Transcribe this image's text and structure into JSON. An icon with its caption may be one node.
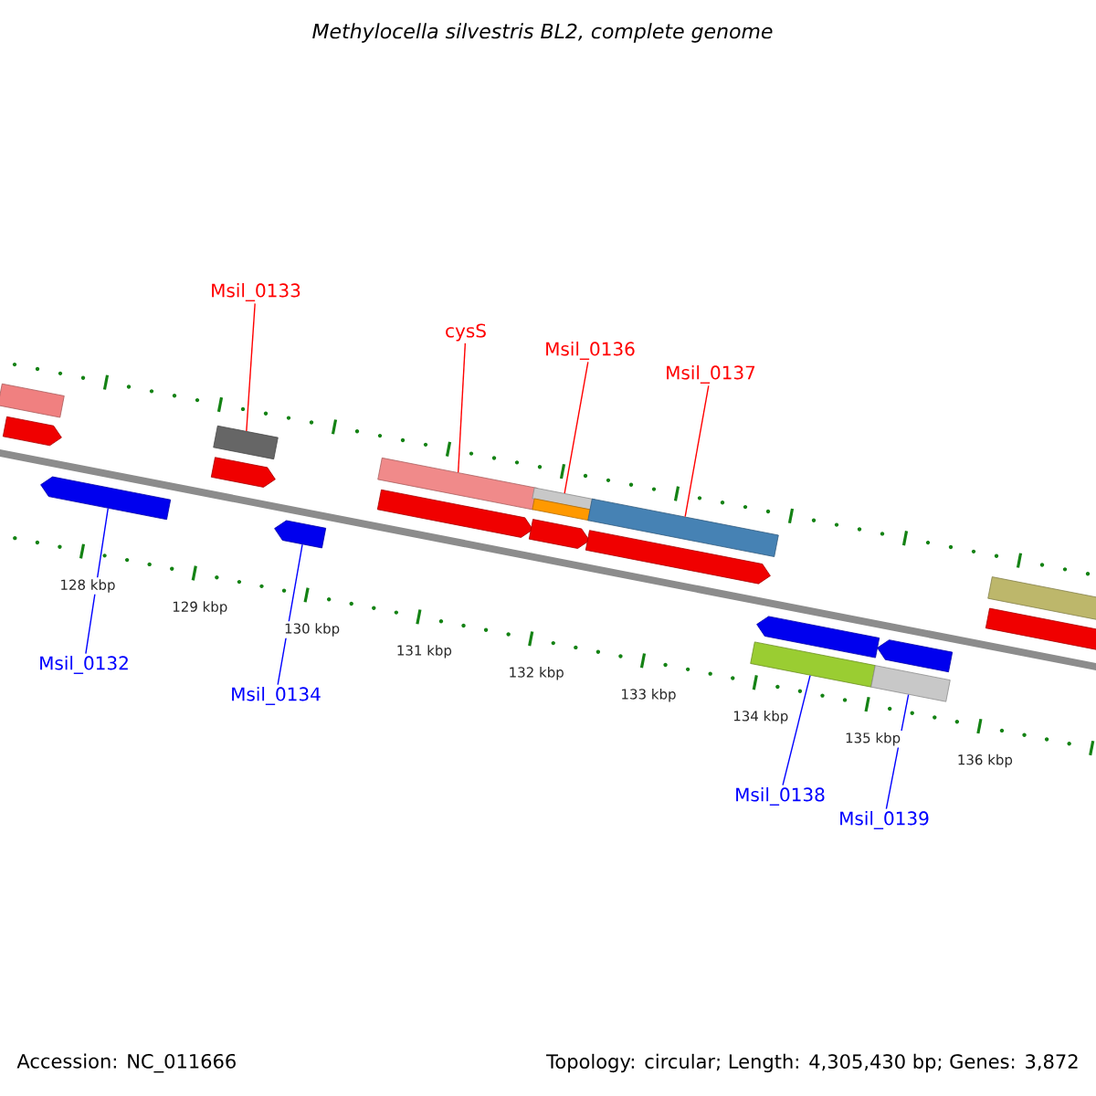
{
  "diagram": {
    "title": "Methylocella silvestris BL2, complete genome",
    "nodes": [
      {
        "text": [
          "Msil_0133"
        ]
      },
      {
        "text": [
          "cysS"
        ]
      },
      {
        "text": [
          "Msil_0136"
        ]
      },
      {
        "text": [
          "Msil_0137"
        ]
      },
      {
        "text": [
          "Msil_0132"
        ]
      },
      {
        "text": [
          "Msil_0134"
        ]
      },
      {
        "text": [
          "Msil_0138"
        ]
      },
      {
        "text": [
          "Msil_0139"
        ]
      },
      {
        "text": [],
        "shape": "box"
      },
      {
        "text": [],
        "shape": "arrow"
      },
      {
        "text": [],
        "shape": "arrow"
      },
      {
        "text": [],
        "shape": "arrow"
      },
      {
        "text": [],
        "shape": "box"
      },
      {
        "text": [],
        "shape": "arrow"
      },
      {
        "text": [],
        "shape": "arrow"
      },
      {
        "text": [],
        "shape": "box"
      },
      {
        "text": [],
        "shape": "arrow"
      },
      {
        "text": [],
        "shape": "box"
      },
      {
        "text": [],
        "shape": "box"
      },
      {
        "text": [],
        "shape": "arrow"
      },
      {
        "text": [],
        "shape": "box"
      },
      {
        "text": [],
        "shape": "box"
      },
      {
        "text": [],
        "shape": "arrow"
      },
      {
        "text": [],
        "shape": "box"
      },
      {
        "text": [],
        "shape": "arrow"
      },
      {
        "text": [],
        "shape": "arrow"
      },
      {
        "text": [],
        "shape": "box"
      }
    ],
    "edges": [
      {
        "from": 0,
        "to": 12,
        "arrow": "none",
        "color": "#ff0000"
      },
      {
        "from": 1,
        "to": 15,
        "arrow": "none",
        "color": "#ff0000"
      },
      {
        "from": 2,
        "to": 17,
        "arrow": "none",
        "color": "#ff0000"
      },
      {
        "from": 3,
        "to": 20,
        "arrow": "none",
        "color": "#ff0000"
      },
      {
        "from": 4,
        "to": 10,
        "arrow": "none",
        "color": "#0000ff"
      },
      {
        "from": 5,
        "to": 13,
        "arrow": "none",
        "color": "#0000ff"
      },
      {
        "from": 6,
        "to": 21,
        "arrow": "none",
        "color": "#0000ff"
      },
      {
        "from": 7,
        "to": 23,
        "arrow": "none",
        "color": "#0000ff"
      }
    ],
    "labels": [
      "128 kbp",
      "129 kbp",
      "130 kbp",
      "131 kbp",
      "132 kbp",
      "133 kbp",
      "134 kbp",
      "135 kbp",
      "136 kbp",
      "Accession: NC_011666",
      "Topology: circular; Length: 4,305,430 bp; Genes: 3,872"
    ]
  }
}
